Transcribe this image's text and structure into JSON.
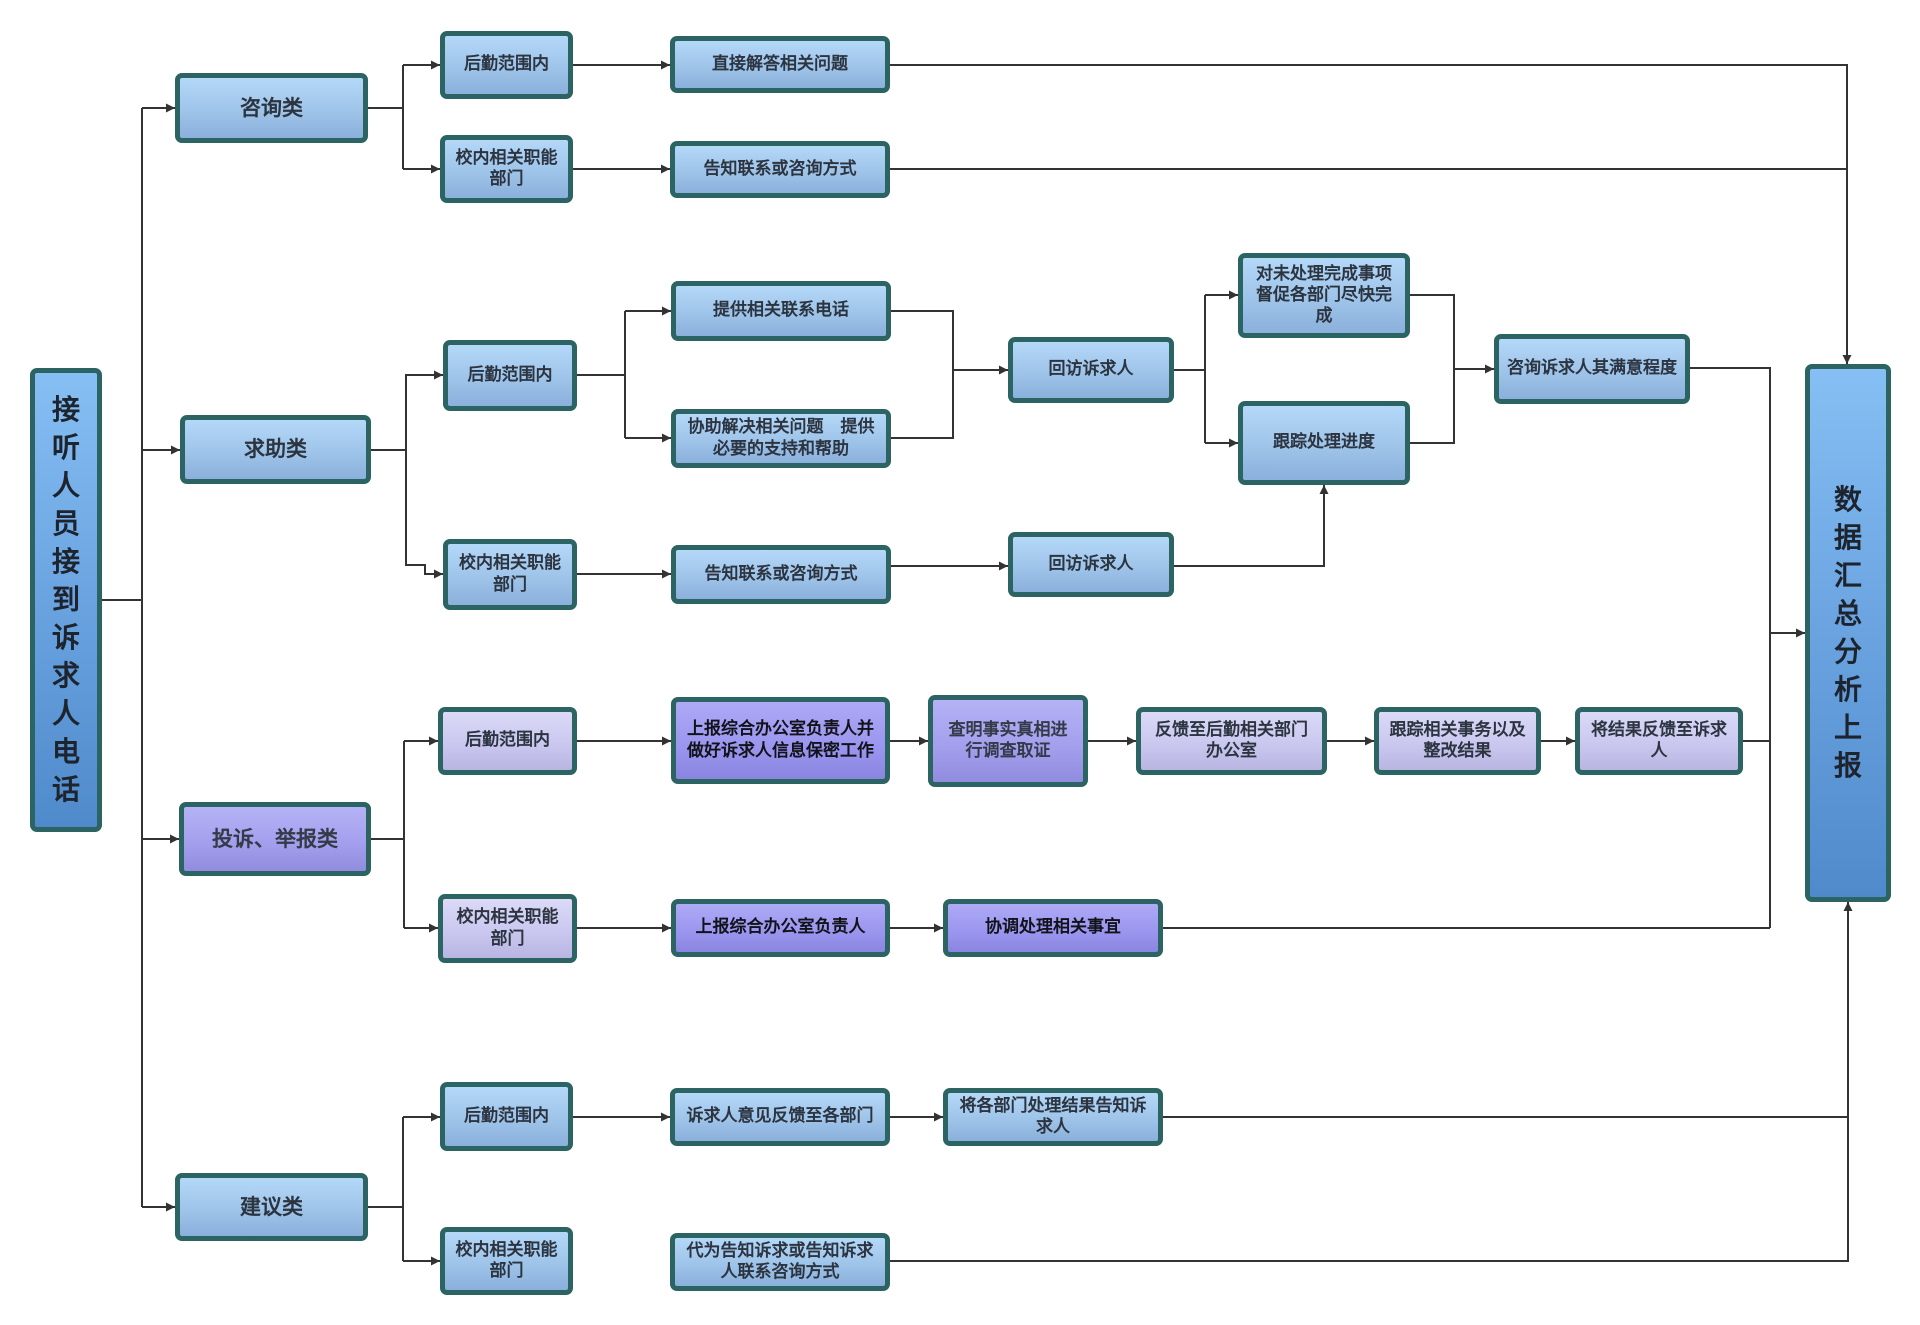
{
  "title": "接听人员接到诉求人电话",
  "sink": "数据汇总分析上报",
  "colors": {
    "border": "#2b6462",
    "line": "#333333",
    "blue": "#a3c9ee",
    "lavender": "#cccaf0",
    "purple": "#9e9aef"
  },
  "categories": {
    "consult": {
      "label": "咨询类",
      "logistics": "后勤范围内",
      "dept": "校内相关职能部门",
      "logistics_action": "直接解答相关问题",
      "dept_action": "告知联系或咨询方式"
    },
    "help": {
      "label": "求助类",
      "logistics": "后勤范围内",
      "dept": "校内相关职能部门",
      "provide_phone": "提供相关联系电话",
      "assist": "协助解决相关问题　提供必要的支持和帮助",
      "dept_action": "告知联系或咨询方式",
      "revisit_1": "回访诉求人",
      "revisit_2": "回访诉求人",
      "urge": "对未处理完成事项督促各部门尽快完成",
      "track": "跟踪处理进度",
      "satisfaction": "咨询诉求人其满意程度"
    },
    "complaint": {
      "label": "投诉、举报类",
      "logistics": "后勤范围内",
      "dept": "校内相关职能部门",
      "report_confidential": "上报综合办公室负责人并做好诉求人信息保密工作",
      "investigate": "查明事实真相进行调查取证",
      "feedback_office": "反馈至后勤相关部门办公室",
      "track_rectify": "跟踪相关事务以及整改结果",
      "feedback_result": "将结果反馈至诉求人",
      "report": "上报综合办公室负责人",
      "coordinate": "协调处理相关事宜"
    },
    "suggest": {
      "label": "建议类",
      "logistics": "后勤范围内",
      "dept": "校内相关职能部门",
      "feedback_depts": "诉求人意见反馈至各部门",
      "inform_result": "将各部门处理结果告知诉求人",
      "relay": "代为告知诉求或告知诉求人联系咨询方式"
    }
  }
}
